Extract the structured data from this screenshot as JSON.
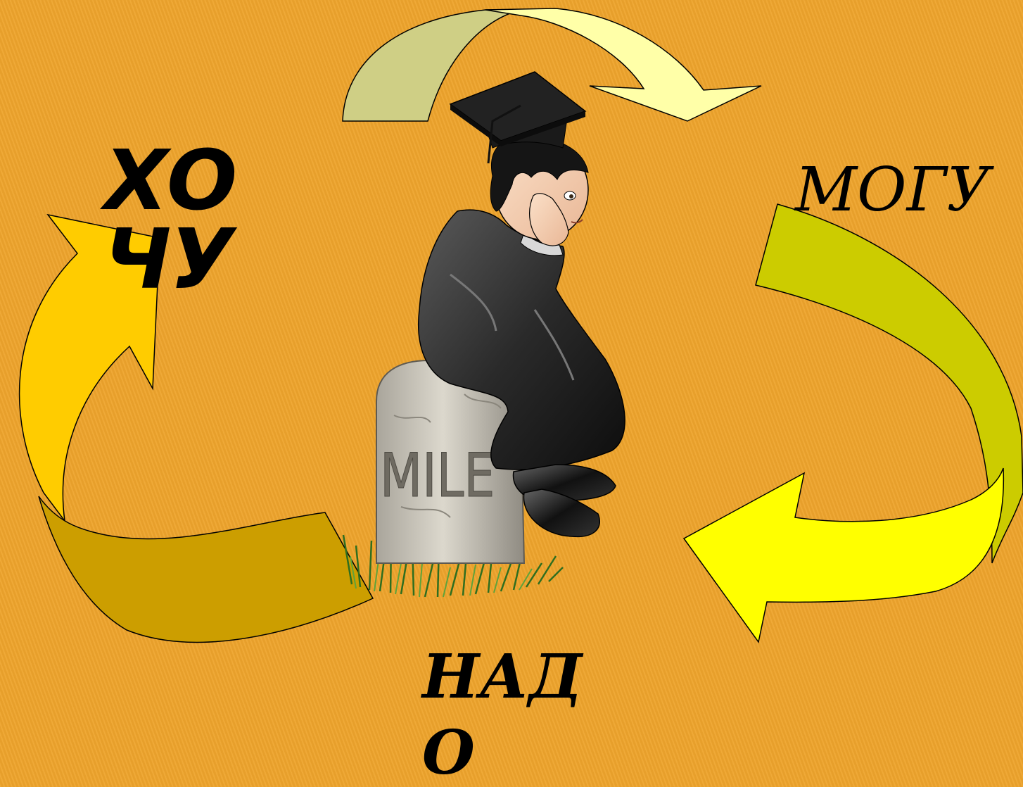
{
  "slide": {
    "words": {
      "want": "ХОЧУ",
      "can": "МОГУ",
      "must": "НАДО"
    },
    "milestone_text": "MILE"
  },
  "colors": {
    "background": "#eea42c",
    "arrow_top_left": "#cfcf85",
    "arrow_top_right": "#ffffa8",
    "arrow_right": "#cccc00",
    "arrow_bottom_right": "#ffff00",
    "arrow_left": "#ffcc00",
    "arrow_bottom_left": "#cc9e00"
  },
  "icons": [
    "graduate-figure",
    "milestone-stone",
    "grass-tuft",
    "cycle-arrows"
  ]
}
